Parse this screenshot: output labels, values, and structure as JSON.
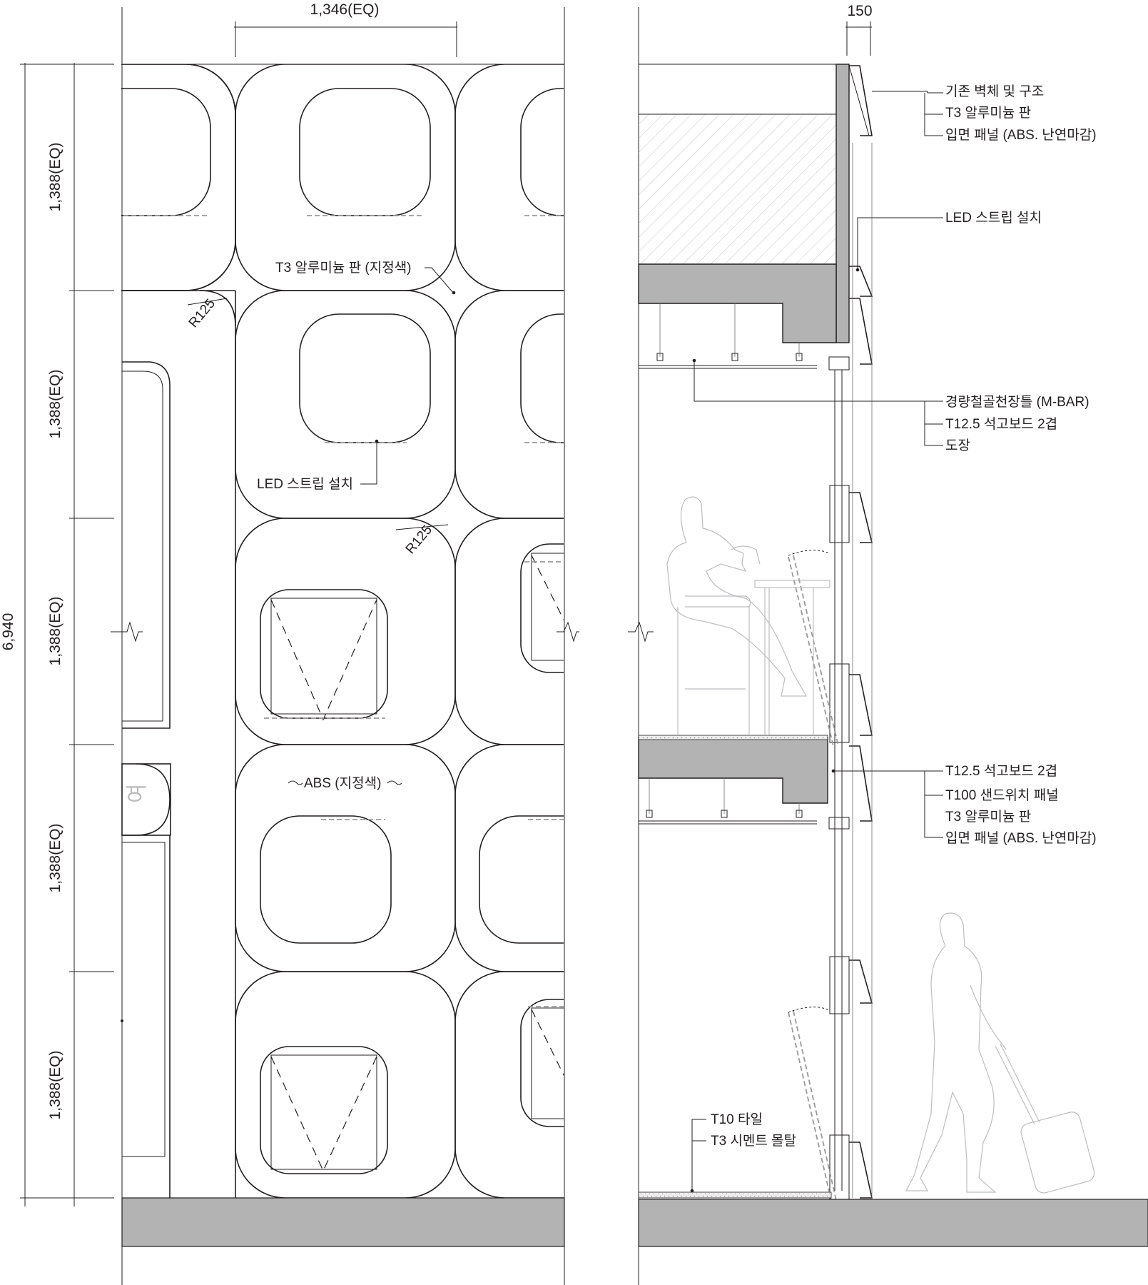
{
  "elevation": {
    "dim_top": "1,346(EQ)",
    "dim_total": "6,940",
    "dim_rows": [
      "1,388(EQ)",
      "1,388(EQ)",
      "1,388(EQ)",
      "1,388(EQ)",
      "1,388(EQ)"
    ],
    "radius_labels": [
      "R125",
      "R125"
    ],
    "callout_panel": "T3 알루미늄 판 (지정색)",
    "callout_led": "LED 스트립 설치",
    "callout_abs": "ABS (지정색)",
    "sign_glyph": "여"
  },
  "section": {
    "dim_top": "150",
    "notes_top": [
      "기존 벽체 및 구조",
      "T3 알루미늄 판",
      "입면 패널 (ABS. 난연마감)"
    ],
    "note_led": "LED 스트립 설치",
    "notes_ceiling": [
      "경량철골천장틀 (M-BAR)",
      "T12.5 석고보드 2겹",
      "도장"
    ],
    "notes_middle": [
      "T12.5 석고보드 2겹",
      "T100 샌드위치 패널",
      "T3 알루미늄 판",
      "입면 패널 (ABS. 난연마감)"
    ],
    "notes_floor": [
      "T10 타일",
      "T3 시멘트 몰탈"
    ]
  }
}
